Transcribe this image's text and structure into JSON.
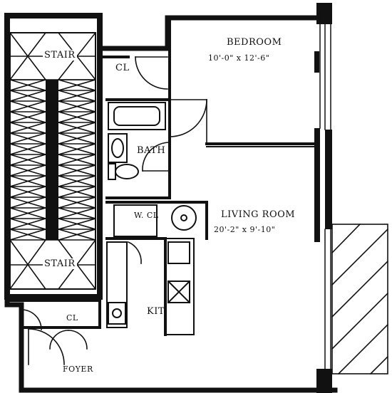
{
  "plan": {
    "rooms": {
      "bedroom_name": "BEDROOM",
      "bedroom_dims": "10'-0\" x 12'-6\"",
      "living_name": "LIVING ROOM",
      "living_dims": "20'-2\" x 9'-10\"",
      "bath": "BATH",
      "kit": "KIT",
      "foyer": "FOYER",
      "closet_top": "CL",
      "closet_foyer": "CL",
      "wic": "W. CL",
      "stair_top": "STAIR",
      "stair_bottom": "STAIR"
    },
    "colors": {
      "ink": "#111111",
      "paper": "#ffffff"
    }
  }
}
